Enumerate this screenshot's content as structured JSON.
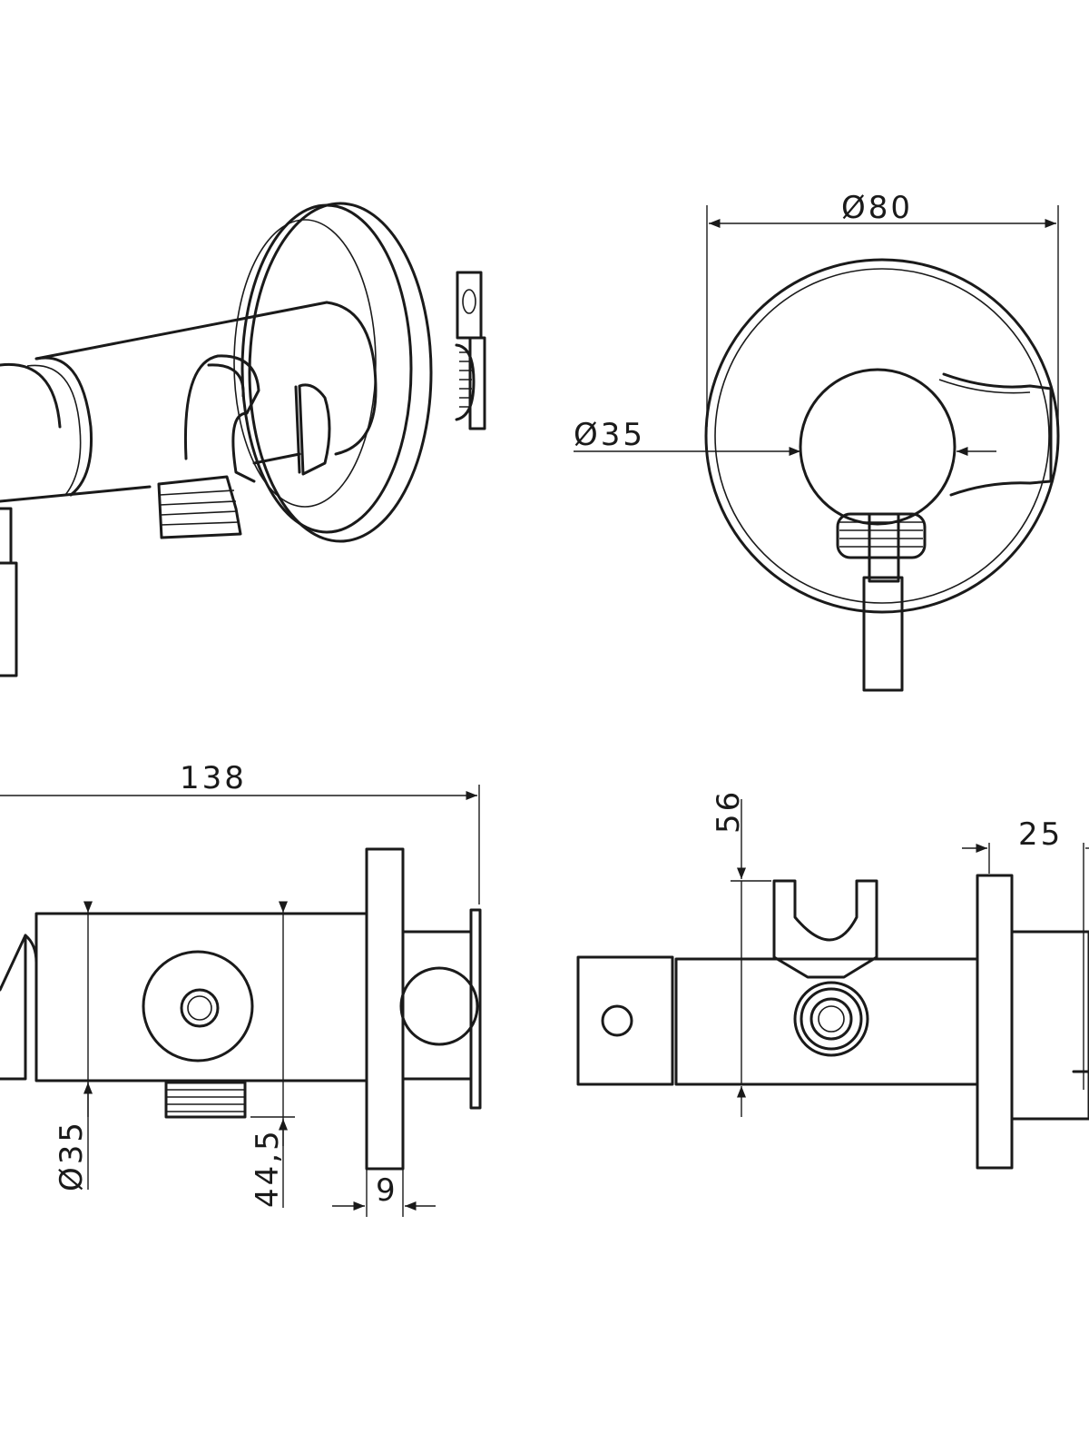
{
  "dimensions": {
    "flange_diameter": "Ø80",
    "body_diameter_front": "Ø35",
    "overall_length": "138",
    "body_diameter_side": "Ø35",
    "outlet_offset": "44,5",
    "flange_thickness": "9",
    "holder_height": "56",
    "wall_depth": "25"
  },
  "colors": {
    "line": "#1a1a1a",
    "background": "#ffffff"
  }
}
